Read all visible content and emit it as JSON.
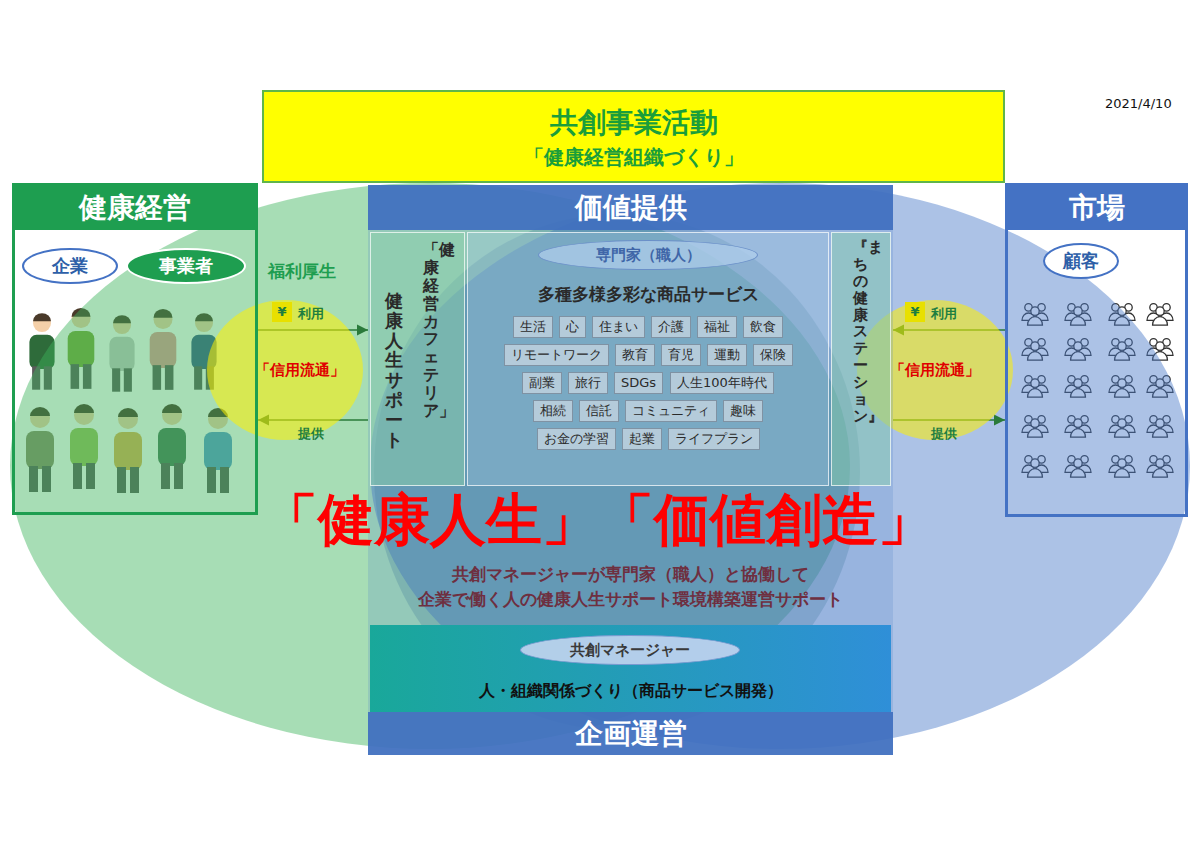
{
  "diagram": {
    "nodes": [
      {
        "text": [
          "共創事業活動",
          "「健康経営組織づくり」"
        ]
      },
      {
        "text": [
          "健康経営"
        ]
      },
      {
        "text": [
          "企業"
        ],
        "in": 1
      },
      {
        "text": [
          "事業者"
        ],
        "in": 1
      },
      {
        "text": [
          "「信用流通」"
        ]
      },
      {
        "text": [
          "価値提供",
          "共創マネージャーが専門家（職人）と協働して 企業で働く人の健康人生サポート環境構築運営サポート"
        ]
      },
      {
        "text": [
          "「健康経営カフェテリア」",
          "健康人生サポート"
        ],
        "in": 5
      },
      {
        "text": [
          "多種多様多彩な商品サービス"
        ],
        "in": 5
      },
      {
        "text": [
          "専門家（職人）"
        ],
        "in": 7
      },
      {
        "text": [
          "生活"
        ],
        "in": 7
      },
      {
        "text": [
          "心"
        ],
        "in": 7
      },
      {
        "text": [
          "住まい"
        ],
        "in": 7
      },
      {
        "text": [
          "介護"
        ],
        "in": 7
      },
      {
        "text": [
          "福祉"
        ],
        "in": 7
      },
      {
        "text": [
          "飲食"
        ],
        "in": 7
      },
      {
        "text": [
          "リモートワーク"
        ],
        "in": 7
      },
      {
        "text": [
          "教育"
        ],
        "in": 7
      },
      {
        "text": [
          "育児"
        ],
        "in": 7
      },
      {
        "text": [
          "運動"
        ],
        "in": 7
      },
      {
        "text": [
          "保険"
        ],
        "in": 7
      },
      {
        "text": [
          "副業"
        ],
        "in": 7
      },
      {
        "text": [
          "旅行"
        ],
        "in": 7
      },
      {
        "text": [
          "SDGs"
        ],
        "in": 7
      },
      {
        "text": [
          "人生100年時代"
        ],
        "in": 7
      },
      {
        "text": [
          "相続"
        ],
        "in": 7
      },
      {
        "text": [
          "信託"
        ],
        "in": 7
      },
      {
        "text": [
          "コミュニティ"
        ],
        "in": 7
      },
      {
        "text": [
          "趣味"
        ],
        "in": 7
      },
      {
        "text": [
          "お金の学習"
        ],
        "in": 7
      },
      {
        "text": [
          "起業"
        ],
        "in": 7
      },
      {
        "text": [
          "ライフプラン"
        ],
        "in": 7
      },
      {
        "text": [
          "『まちの健康ステーション』"
        ],
        "in": 5
      },
      {
        "text": [
          "人・組織関係づくり（商品サービス開発）"
        ],
        "in": 5
      },
      {
        "text": [
          "共創マネージャー"
        ],
        "in": 32
      },
      {
        "text": [
          "企画運営"
        ],
        "in": 5
      },
      {
        "text": [
          "「信用流通」"
        ]
      },
      {
        "text": [
          "市場"
        ]
      },
      {
        "text": [
          "顧客"
        ],
        "in": 36
      }
    ],
    "edges": [
      {
        "from": 1,
        "to": 5,
        "label": "利用",
        "arrow": "to"
      },
      {
        "from": 5,
        "to": 1,
        "label": "提供",
        "arrow": "to"
      },
      {
        "from": 36,
        "to": 5,
        "label": "利用",
        "arrow": "to"
      },
      {
        "from": 5,
        "to": 36,
        "label": "提供",
        "arrow": "to"
      }
    ],
    "labels": [
      "2021/4/10",
      "福利厚生",
      "¥",
      "¥",
      "「健康人生」「価値創造」"
    ]
  }
}
